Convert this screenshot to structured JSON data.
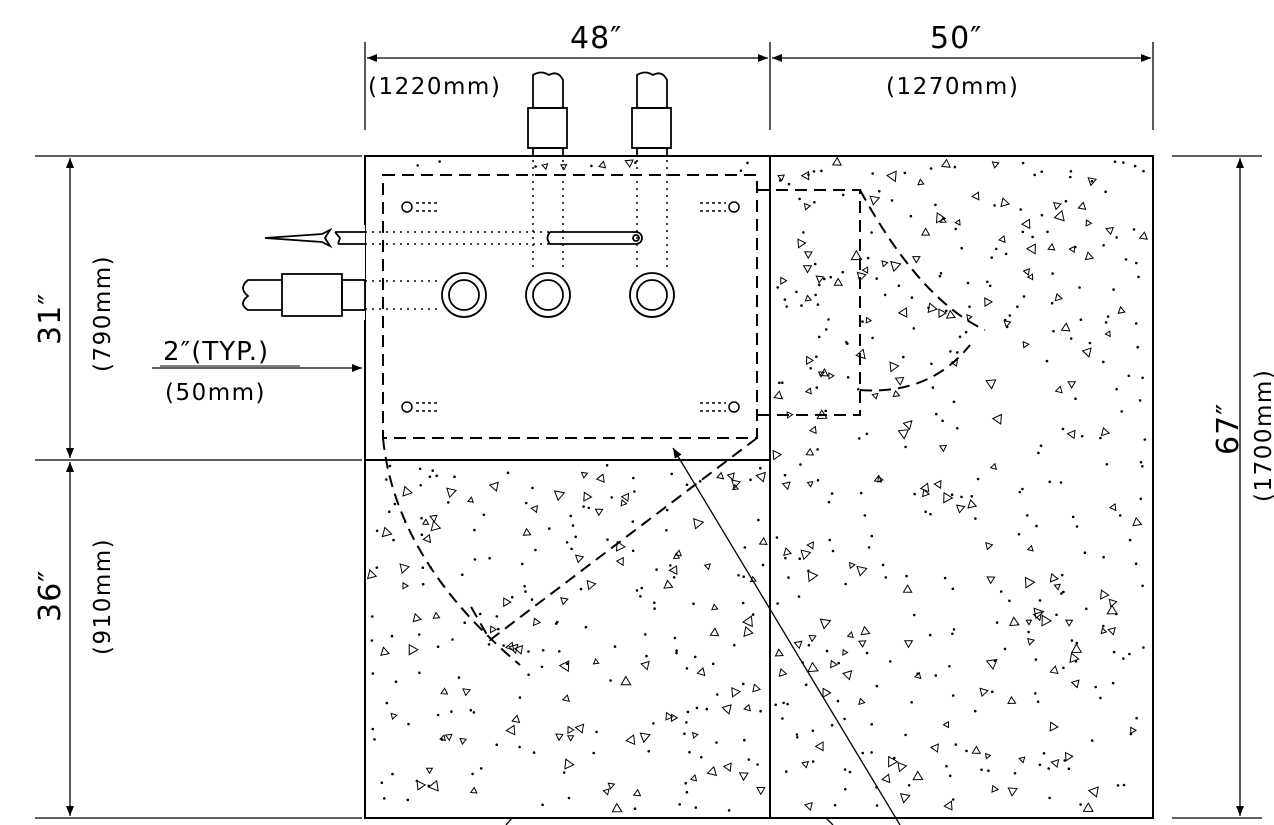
{
  "dimensions": {
    "top_left": {
      "inches": "48″",
      "mm": "(1220mm)"
    },
    "top_right": {
      "inches": "50″",
      "mm": "(1270mm)"
    },
    "left_upper": {
      "inches": "31″",
      "mm": "(790mm)"
    },
    "left_lower": {
      "inches": "36″",
      "mm": "(910mm)"
    },
    "right_total": {
      "inches": "67″",
      "mm": "(1700mm)"
    },
    "offset": {
      "inches": "2″(TYP.)",
      "mm": "(50mm)"
    }
  },
  "colors": {
    "line": "#000000",
    "background": "#ffffff"
  }
}
